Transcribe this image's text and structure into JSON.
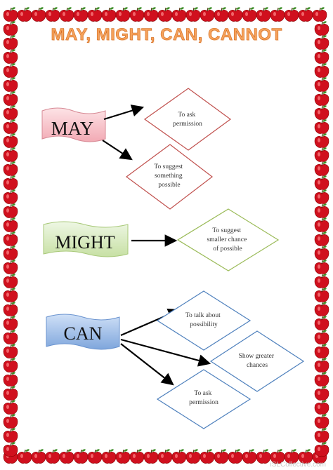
{
  "title": "MAY, MIGHT, CAN, CANNOT",
  "groups": [
    {
      "word": "MAY",
      "flag_color": "#f7c9cf",
      "diamond_color": "#c0504d",
      "meanings": [
        [
          "To ask",
          "permission"
        ],
        [
          "To suggest",
          "something",
          "possible"
        ]
      ]
    },
    {
      "word": "MIGHT",
      "flag_color": "#dcedc6",
      "diamond_color": "#9bbb59",
      "meanings": [
        [
          "To suggest",
          "smaller chance",
          "of possible"
        ]
      ]
    },
    {
      "word": "CAN",
      "flag_color": "#a9c4ec",
      "diamond_color": "#4f81bd",
      "meanings": [
        [
          "To talk about",
          "possibility"
        ],
        [
          "Show greater",
          "chances"
        ],
        [
          "To ask",
          "permission"
        ]
      ]
    }
  ],
  "border_color": "#d0101e",
  "watermark": "iSLCollective.com"
}
